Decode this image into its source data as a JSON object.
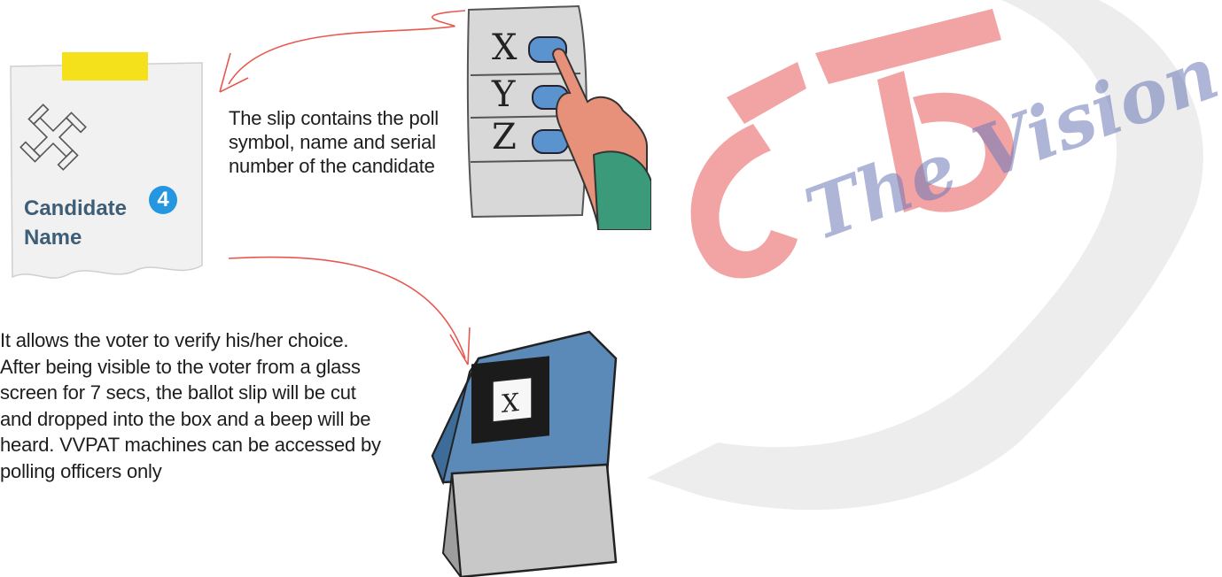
{
  "slip": {
    "candidate_name": "Candidate Name",
    "serial_number": "4",
    "symbol_icon": "swastika-symbol-icon",
    "tape_color": "#f4e11b",
    "badge_color": "#2497e0"
  },
  "slip_description": "The slip contains the poll symbol, name and serial number of the candidate",
  "vvpat_description": "It allows the voter to verify his/her choice. After being visible to the voter from a glass screen for 7 secs, the ballot slip will be cut and dropped into the box and a beep will be heard. VVPAT machines can be accessed by polling officers only",
  "evm": {
    "keys": [
      "X",
      "Y",
      "Z"
    ],
    "button_color": "#5b93cf"
  },
  "vvpat_machine": {
    "screen_mark": "X",
    "body_color": "#5b8ab9"
  },
  "watermark": {
    "text": "The Vision",
    "logo_color": "#e85a5a",
    "text_color": "#6c79b8"
  },
  "arrow_color": "#e8584f"
}
